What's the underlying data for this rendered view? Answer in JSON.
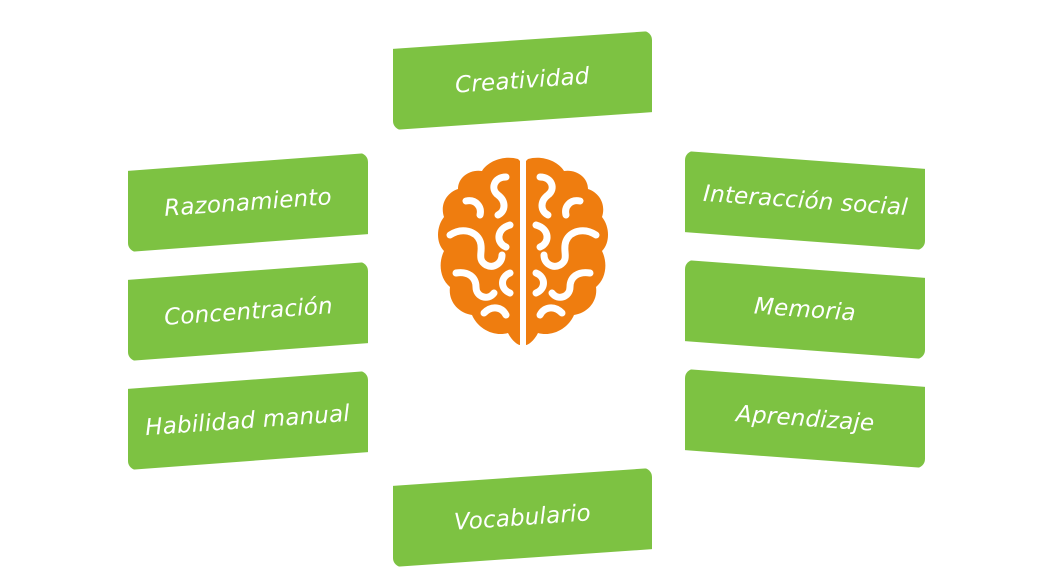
{
  "colors": {
    "tag_green": "#7dc242",
    "brain_orange": "#ef7d0f",
    "text": "#ffffff"
  },
  "center_icon": "brain-icon",
  "labels": {
    "top": "Creatividad",
    "bottom": "Vocabulario",
    "left": [
      "Razonamiento",
      "Concentración",
      "Habilidad manual"
    ],
    "right": [
      "Interacción social",
      "Memoria",
      "Aprendizaje"
    ]
  }
}
